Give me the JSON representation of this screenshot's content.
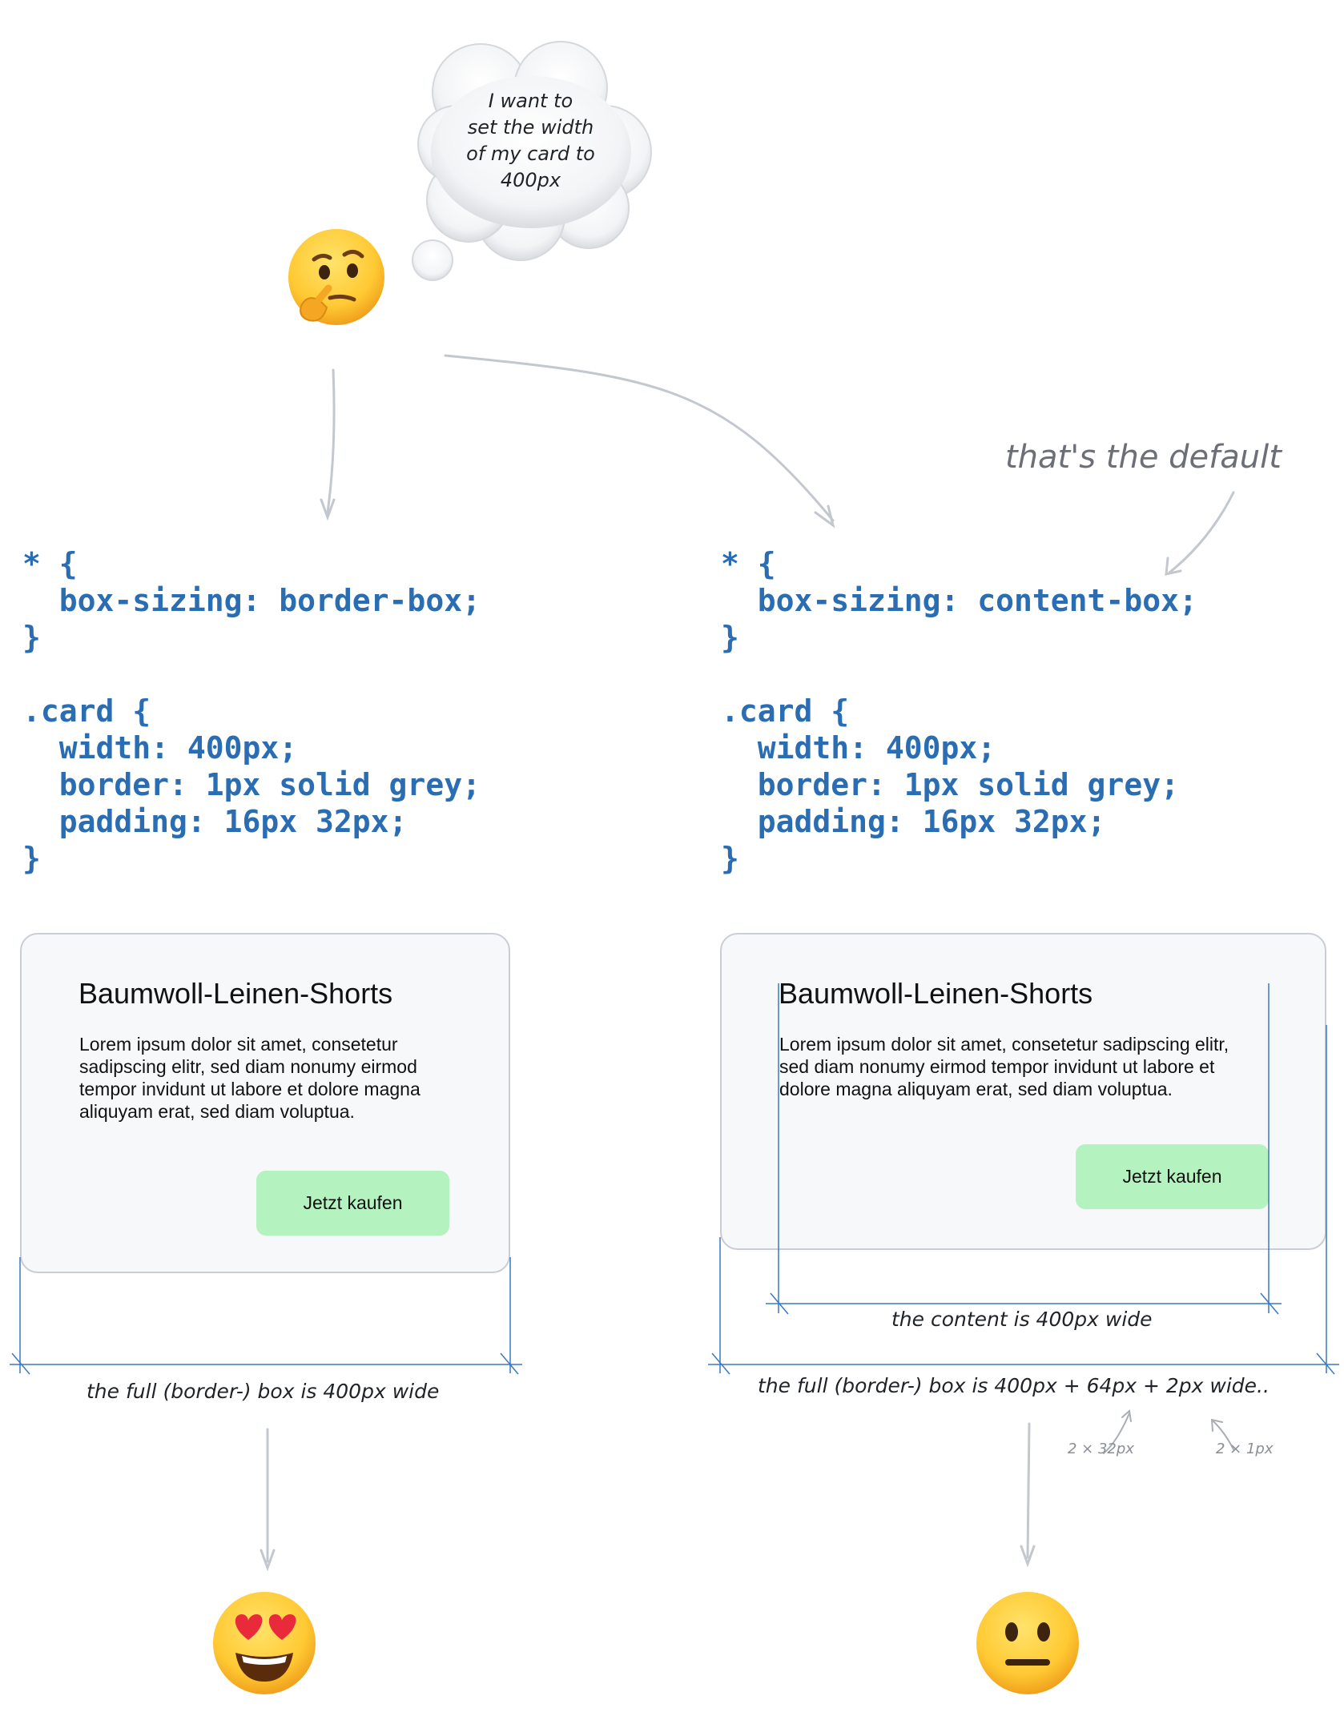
{
  "thought_bubble": {
    "lines": [
      "I want to",
      "set the width",
      "of my card to",
      "400px"
    ]
  },
  "note_default": "that's the default",
  "left": {
    "code_lines": [
      "* {",
      "  box-sizing: border-box;",
      "}",
      "",
      ".card {",
      "  width: 400px;",
      "  border: 1px solid grey;",
      "  padding: 16px 32px;",
      "}"
    ],
    "card": {
      "title": "Baumwoll-Leinen-Shorts",
      "text": "Lorem ipsum dolor sit amet, consetetur sadipscing elitr, sed diam nonumy eirmod tempor invidunt ut labore et dolore magna aliquyam erat, sed diam voluptua.",
      "button": "Jetzt kaufen"
    },
    "measure_label": "the full (border-) box is 400px wide"
  },
  "right": {
    "code_lines": [
      "* {",
      "  box-sizing: content-box;",
      "}",
      "",
      ".card {",
      "  width: 400px;",
      "  border: 1px solid grey;",
      "  padding: 16px 32px;",
      "}"
    ],
    "card": {
      "title": "Baumwoll-Leinen-Shorts",
      "text": "Lorem ipsum dolor sit amet, consetetur sadipscing elitr, sed diam nonumy eirmod tempor invidunt ut labore et dolore magna aliquyam erat, sed diam voluptua.",
      "button": "Jetzt kaufen"
    },
    "content_label": "the content is 400px wide",
    "measure_label": "the full (border-) box is 400px + 64px + 2px wide..",
    "padding_note": "2 × 32px",
    "border_note": "2 × 1px"
  },
  "icons": {
    "thinking": "thinking-face-icon",
    "happy": "heart-eyes-face-icon",
    "neutral": "neutral-face-icon"
  },
  "colors": {
    "code": "#2a6db3",
    "measure_line": "#3a78c4",
    "arrow": "#c3c8cf",
    "card_bg": "#f7f8fa",
    "card_border": "#c9ced6",
    "button_bg": "#b4f2bf"
  }
}
